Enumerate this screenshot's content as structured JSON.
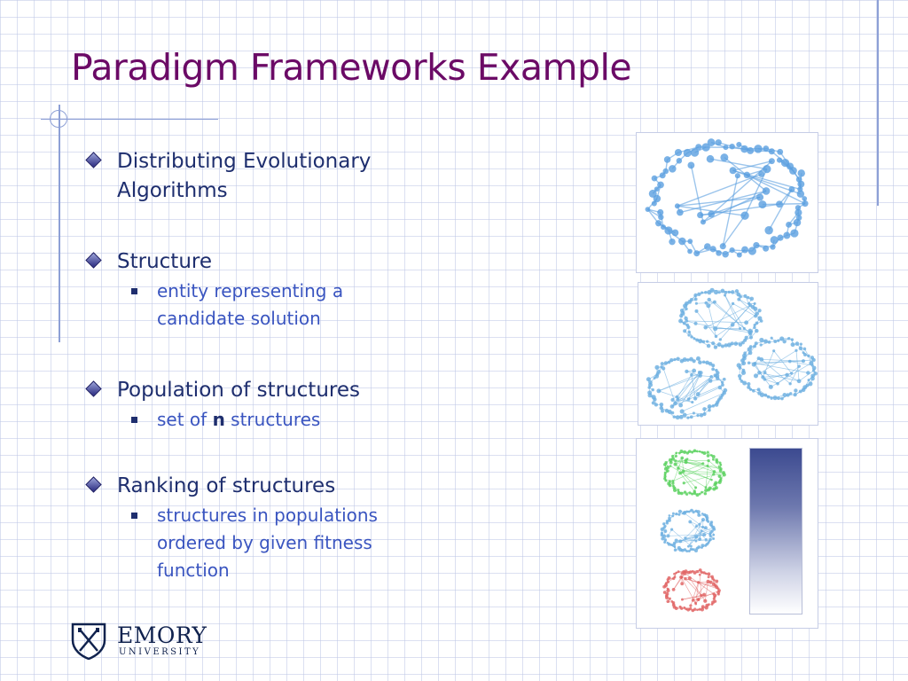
{
  "slide": {
    "title": "Paradigm Frameworks Example"
  },
  "bullets": [
    {
      "text_line1": "Distributing Evolutionary",
      "text_line2": "Algorithms"
    },
    {
      "text": "Structure",
      "sub": {
        "line1": "entity representing a",
        "line2": "candidate solution"
      }
    },
    {
      "text": "Population of structures",
      "sub": {
        "prefix": "set of ",
        "bold": "n",
        "suffix": " structures"
      }
    },
    {
      "text": "Ranking of structures",
      "sub": {
        "line1": "structures in populations",
        "line2": "ordered by given fitness",
        "line3": "function"
      }
    }
  ],
  "images": {
    "structure_color": "#5a9fe0",
    "population_color": "#6aaee0",
    "ranking_colors": [
      "#55d05a",
      "#6aaee0",
      "#e06060"
    ],
    "gradient_top": "#3c4a90",
    "gradient_bottom": "#ffffff"
  },
  "logo": {
    "icon": "emory-shield-icon",
    "name": "EMORY",
    "subtitle": "UNIVERSITY"
  },
  "colors": {
    "title": "#6b0a66",
    "bullet_text": "#1e2e6e",
    "sub_text": "#3a55c0",
    "grid": "#bec6e6"
  }
}
